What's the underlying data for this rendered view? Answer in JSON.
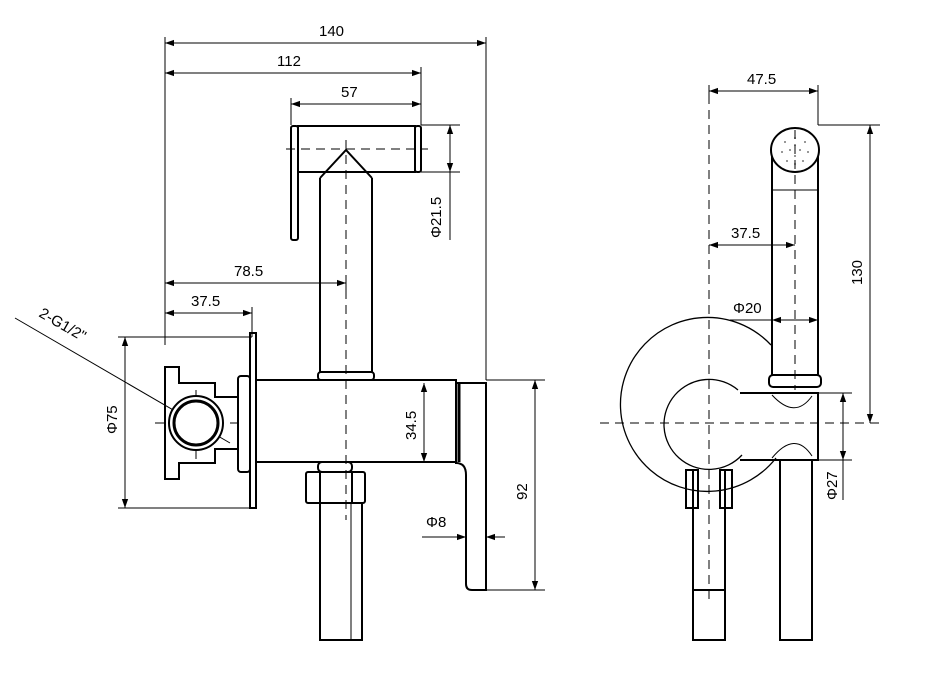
{
  "front_view": {
    "dims": {
      "width_total": "140",
      "width_to_spray": "112",
      "spray_head_length": "57",
      "spray_diameter": "Φ21.5",
      "stem_offset": "78.5",
      "inlet_offset": "37.5",
      "plate_diameter": "Φ75",
      "thread": "2-G1/2\"",
      "body_height": "34.5",
      "lever_height": "92",
      "lever_diameter": "Φ8"
    }
  },
  "side_view": {
    "dims": {
      "width": "47.5",
      "height": "130",
      "center_offset": "37.5",
      "handle_diameter": "Φ20",
      "holder_diameter": "Φ27"
    }
  },
  "colors": {
    "line": "#000000",
    "background": "#ffffff"
  }
}
